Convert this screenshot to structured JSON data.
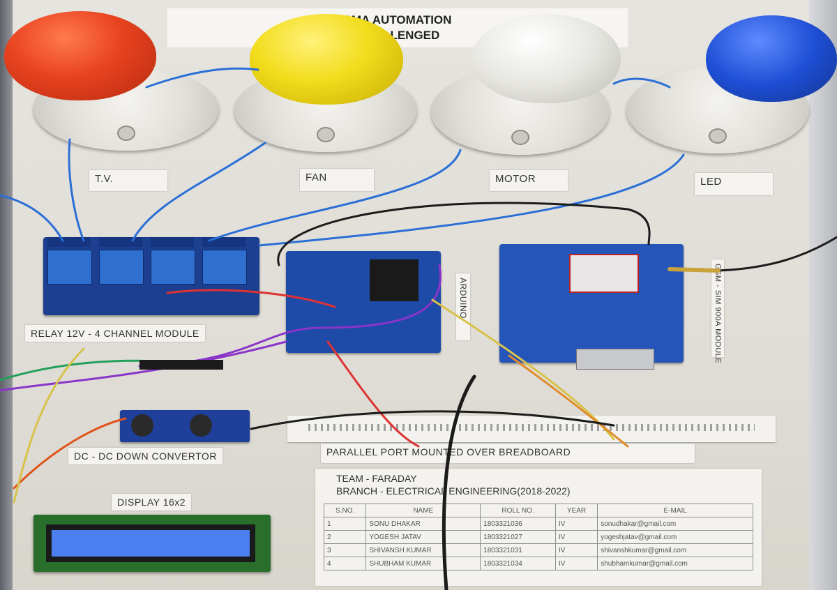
{
  "title": {
    "line1": "SMA      AUTOMATION",
    "line2": "PHY      LLENGED"
  },
  "appliance_labels": {
    "tv": "T.V.",
    "fan": "FAN",
    "motor": "MOTOR",
    "led": "LED"
  },
  "module_labels": {
    "relay": "RELAY 12V - 4 CHANNEL MODULE",
    "dcdc": "DC - DC DOWN CONVERTOR",
    "display": "DISPLAY 16x2",
    "parallel_port": "PARALLEL PORT MOUNTED OVER BREADBOARD",
    "arduino": "ARDUINO",
    "gsm": "GSM - SIM 900A MODULE"
  },
  "team": {
    "team_line": "TEAM - FARADAY",
    "branch_line": "BRANCH - ELECTRICAL ENGINEERING(2018-2022)",
    "headers": [
      "S.NO.",
      "NAME",
      "ROLL NO.",
      "YEAR",
      "E-MAIL"
    ],
    "rows": [
      [
        "1",
        "SONU DHAKAR",
        "1803321036",
        "IV",
        "sonudhakar@gmail.com"
      ],
      [
        "2",
        "YOGESH JATAV",
        "1803321027",
        "IV",
        "yogeshjatav@gmail.com"
      ],
      [
        "3",
        "SHIVANSH KUMAR",
        "1803321031",
        "IV",
        "shivanshkumar@gmail.com"
      ],
      [
        "4",
        "SHUBHAM KUMAR",
        "1803321034",
        "IV",
        "shubhamkumar@gmail.com"
      ]
    ]
  },
  "colors": {
    "bulb_red": "#e8421f",
    "bulb_yellow": "#f2dc1b",
    "bulb_white": "#e7e6e1",
    "bulb_blue": "#1f4fd6",
    "pcb_blue": "#1d3f8f",
    "lcd_screen": "#4c7ff0",
    "board": "#e3e1da"
  }
}
